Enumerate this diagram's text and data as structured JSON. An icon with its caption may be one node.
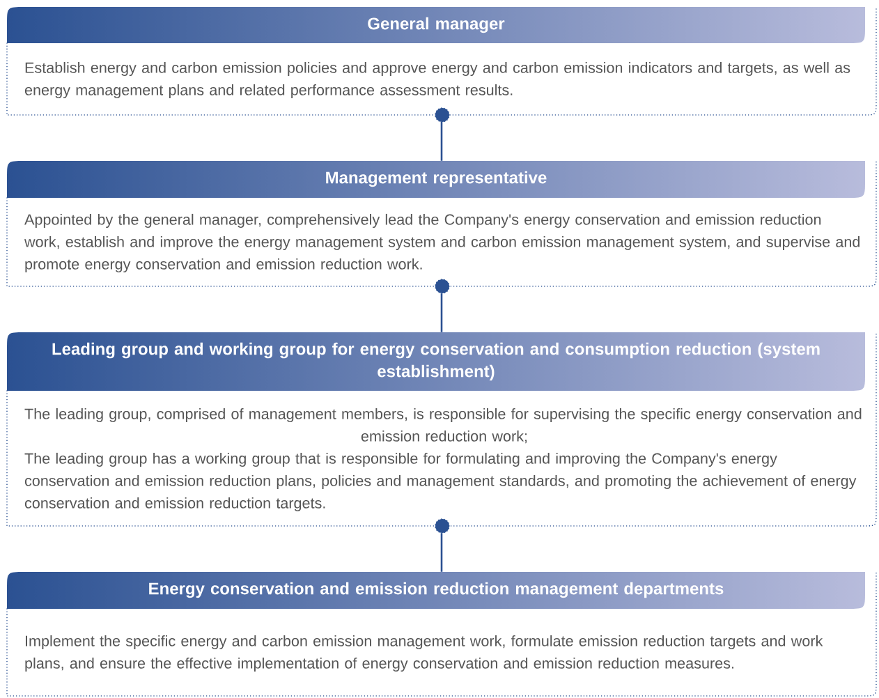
{
  "diagram": {
    "nodes": [
      {
        "text": [
          "General manager",
          "Establish energy and carbon emission policies and approve energy and carbon emission indicators and targets, as well as energy management plans and related performance assessment results."
        ]
      },
      {
        "text": [
          "Management representative",
          "Appointed by the general manager, comprehensively lead the Company's energy conservation and emission reduction work, establish and improve the energy management system and carbon emission management system, and supervise and promote energy conservation and emission reduction work."
        ]
      },
      {
        "text": [
          "Leading group and working group for energy conservation and consumption reduction (system establishment)",
          "The leading group, comprised of management members, is responsible for supervising the specific energy conservation and emission reduction work;",
          "The leading group has a working group that is responsible for formulating and improving the Company's energy conservation and emission reduction plans, policies and management standards, and promoting the achievement of energy conservation and emission reduction targets."
        ]
      },
      {
        "text": [
          "Energy conservation and emission reduction management departments",
          "Implement the specific energy and carbon emission management work, formulate emission reduction targets and work plans, and ensure the effective implementation of energy conservation and emission reduction measures."
        ]
      }
    ],
    "edges": [
      {
        "from": 0,
        "to": 1,
        "arrow": "none"
      },
      {
        "from": 1,
        "to": 2,
        "arrow": "none"
      },
      {
        "from": 2,
        "to": 3,
        "arrow": "none"
      }
    ]
  }
}
